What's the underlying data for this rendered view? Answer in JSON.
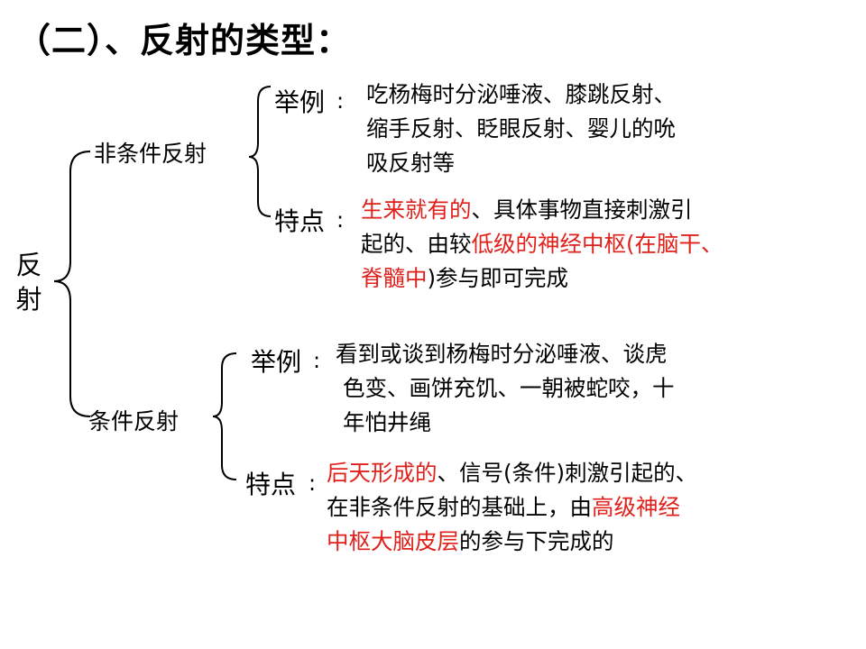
{
  "title": "（二）、反射的类型：",
  "root": "反射",
  "branches": [
    {
      "label": "非条件反射",
      "example": {
        "key": "举例",
        "colon": ":",
        "lines": [
          "吃杨梅时分泌唾液、膝跳反射、",
          "缩手反射、眨眼反射、婴儿的吮",
          "吸反射等"
        ]
      },
      "feature": {
        "key": "特点",
        "colon": ":",
        "line1_red": "生来就有的",
        "line1_black": "、具体事物直接刺激引",
        "line2_black": "起的、由较",
        "line2_red": "低级的神经中枢(在脑干、",
        "line3_red": "脊髓中",
        "line3_black": ")参与即可完成"
      }
    },
    {
      "label": "条件反射",
      "example": {
        "key": "举例",
        "colon": ":",
        "lines": [
          "看到或谈到杨梅时分泌唾液、谈虎",
          "色变、画饼充饥、一朝被蛇咬，十",
          "年怕井绳"
        ]
      },
      "feature": {
        "key": "特点",
        "colon": ":",
        "line1_red": "后天形成的",
        "line1_black": "、信号(条件)刺激引起的、",
        "line2_black": "在非条件反射的基础上，由",
        "line2_red": "高级神经",
        "line3_red": "中枢大脑皮层",
        "line3_black": "的参与下完成的"
      }
    }
  ],
  "colors": {
    "text": "#000000",
    "highlight": "#e0201b"
  }
}
